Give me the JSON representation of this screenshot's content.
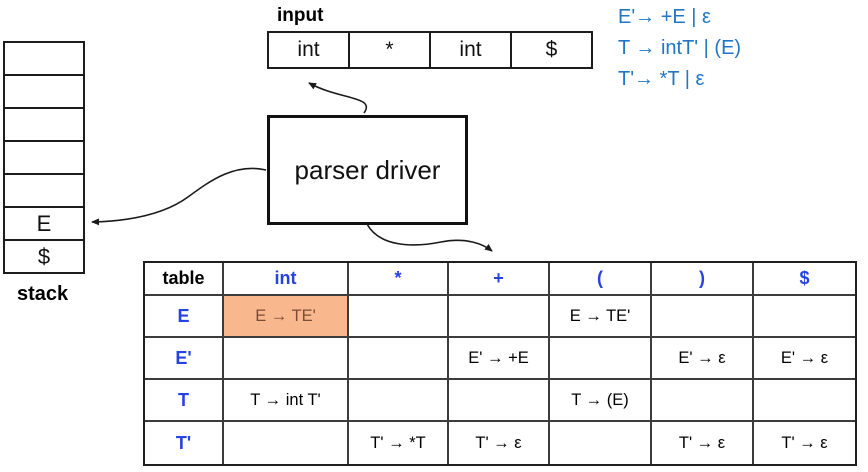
{
  "colors": {
    "accent-blue": "#2642e2",
    "grammar-blue": "#2176c4",
    "highlight-bg": "#f9b78d",
    "highlight-text": "#7b4d35"
  },
  "input": {
    "label": "input",
    "cells": [
      "int",
      "*",
      "int",
      "$"
    ]
  },
  "stack": {
    "label": "stack",
    "cells": [
      "",
      "",
      "",
      "",
      "",
      "E",
      "$"
    ]
  },
  "driver": {
    "label": "parser driver"
  },
  "grammar": {
    "lines": [
      "E'→ +E | ε",
      "T → intT' | (E)",
      "T'→ *T | ε"
    ]
  },
  "table": {
    "corner": "table",
    "columns": [
      "int",
      "*",
      "+",
      "(",
      ")",
      "$"
    ],
    "rows": [
      {
        "header": "E",
        "cells": [
          "E → TE'",
          "",
          "",
          "E → TE'",
          "",
          ""
        ]
      },
      {
        "header": "E'",
        "cells": [
          "",
          "",
          "E' → +E",
          "",
          "E' → ε",
          "E' → ε"
        ]
      },
      {
        "header": "T",
        "cells": [
          "T → int T'",
          "",
          "",
          "T → (E)",
          "",
          ""
        ]
      },
      {
        "header": "T'",
        "cells": [
          "",
          "T' → *T",
          "T' → ε",
          "",
          "T' → ε",
          "T' → ε"
        ]
      }
    ]
  }
}
